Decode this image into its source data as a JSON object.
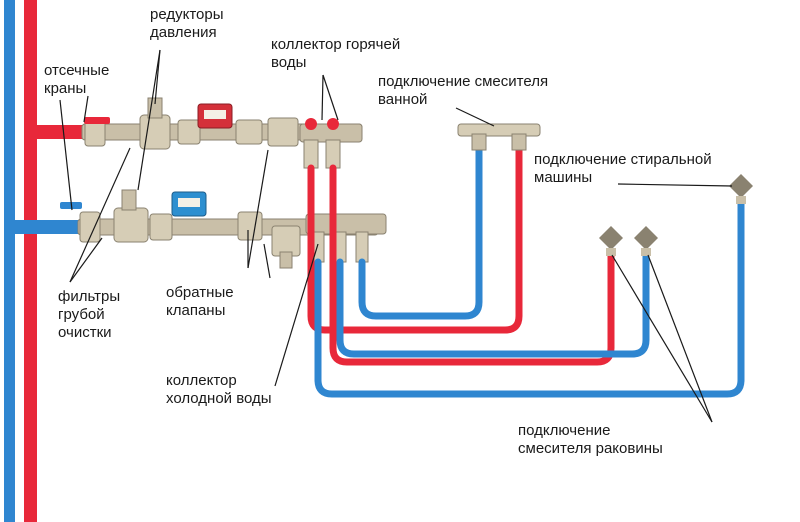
{
  "labels": {
    "pressure_reducers": "редукторы\nдавления",
    "shutoff_valves": "отсечные\nкраны",
    "hot_collector": "коллектор горячей\nводы",
    "bath_mixer": "подключение смесителя\nванной",
    "washing_machine": "подключение стиральной\nмашины",
    "coarse_filters": "фильтры\nгрубой\nочистки",
    "check_valves": "обратные\nклапаны",
    "cold_collector": "коллектор\nхолодной воды",
    "sink_mixer": "подключение\nсмесителя раковины"
  },
  "colors": {
    "hot_pipe": "#e8283a",
    "cold_pipe": "#2f86d0",
    "hot_meter": "#d4303a",
    "cold_meter": "#2d8fd0",
    "fitting": "#c9bfa8",
    "fitting_dark": "#8a8270"
  }
}
